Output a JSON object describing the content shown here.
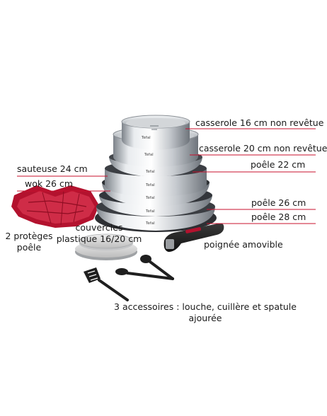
{
  "labels": {
    "casserole_16": "casserole 16 cm non revêtue",
    "casserole_20": "casserole 20 cm non revêtue",
    "poele_22": "poêle 22 cm",
    "sauteuse_24": "sauteuse 24 cm",
    "wok_26": "wok 26 cm",
    "poele_26": "poêle 26 cm",
    "poele_28": "poêle 28 cm",
    "proteges_line1": "2 protèges",
    "proteges_line2": "poêle",
    "couvercles_line1": "couvercles",
    "couvercles_line2": "plastique 16/20 cm",
    "poignee": "poignée amovible",
    "accessoires_line1": "3 accessoires : louche, cuillère et spatule",
    "accessoires_line2": "ajourée"
  },
  "brand_marks": [
    "Tefal",
    "Tefal",
    "Tefal",
    "Tefal",
    "Tefal",
    "Tefal",
    "Tefal"
  ],
  "colors": {
    "leader_line": "#c8102e",
    "steel_light": "#eef0f2",
    "steel_dark": "#8a8f95",
    "protector_red": "#b3122e",
    "handle_black": "#1e1e1e",
    "lid_grey": "#d9dadb"
  },
  "icons": {
    "pans": "stacked-cookware-image",
    "protectors": "pan-protector-image",
    "lids": "plastic-lid-image",
    "handle": "detachable-handle-image",
    "utensils": "kitchen-utensils-image"
  }
}
